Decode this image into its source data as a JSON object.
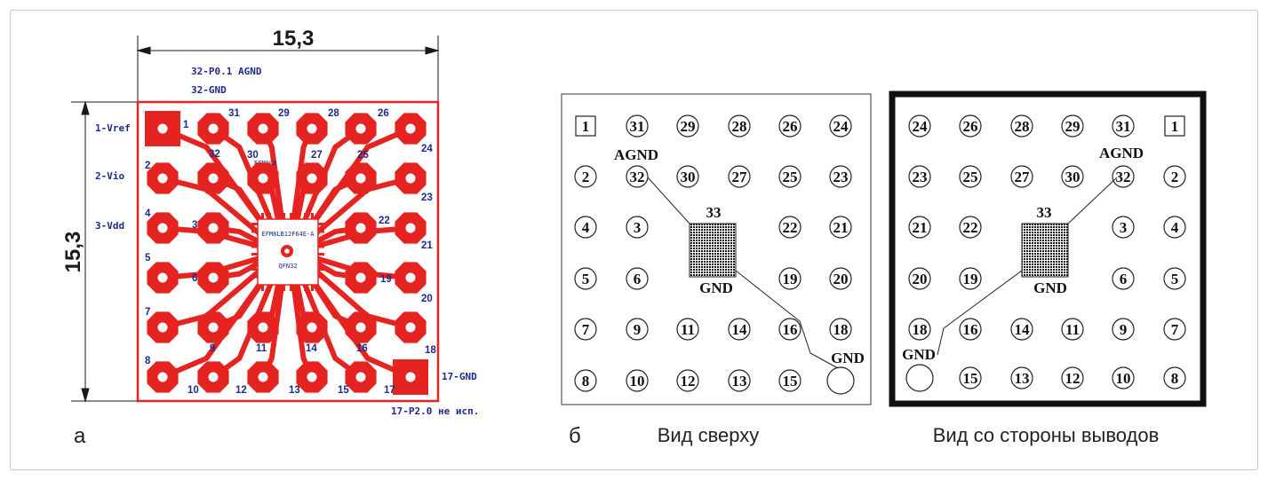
{
  "left_panel": {
    "dim_width": "15,3",
    "dim_height": "15,3",
    "note_top_1": "32-P0.1 AGND",
    "note_top_2": "32-GND",
    "label_vref": "1-Vref",
    "label_vio": "2-Vio",
    "label_vdd": "3-Vdd",
    "label_gnd17": "17-GND",
    "note_bottom": "17-P2.0 не исп.",
    "chip_part": "EFM8LB12F64E-A",
    "chip_package": "QFN32",
    "chip_mark": "EFM8LB",
    "panel_letter": "а",
    "pcb_color": "#e52421",
    "text_color": "#1c2b8c",
    "pad_numbers": [
      "1",
      "31",
      "29",
      "28",
      "26",
      "2",
      "32",
      "30",
      "27",
      "25",
      "24",
      "4",
      "3",
      "22",
      "23",
      "5",
      "21",
      "6",
      "19",
      "20",
      "7",
      "9",
      "11",
      "14",
      "16",
      "8",
      "18",
      "10",
      "12",
      "13",
      "15",
      "17"
    ]
  },
  "middle_panel": {
    "panel_letter": "б",
    "caption": "Вид сверху",
    "pin_rows": [
      [
        "1",
        "31",
        "29",
        "28",
        "26",
        "24"
      ],
      [
        "2",
        "32",
        "30",
        "27",
        "25",
        "23"
      ],
      [
        "4",
        "3",
        "",
        "",
        "22",
        "21"
      ],
      [
        "5",
        "6",
        "",
        "",
        "19",
        "20"
      ],
      [
        "7",
        "9",
        "11",
        "14",
        "16",
        "18"
      ],
      [
        "8",
        "10",
        "12",
        "13",
        "15",
        ""
      ]
    ],
    "label_agnd": "AGND",
    "label_center": "33",
    "label_gnd_center": "GND",
    "label_gnd_corner": "GND"
  },
  "right_panel": {
    "caption": "Вид со стороны выводов",
    "pin_rows": [
      [
        "24",
        "26",
        "28",
        "29",
        "31",
        "1"
      ],
      [
        "23",
        "25",
        "27",
        "30",
        "32",
        "2"
      ],
      [
        "21",
        "22",
        "",
        "",
        "3",
        "4"
      ],
      [
        "20",
        "19",
        "",
        "",
        "6",
        "5"
      ],
      [
        "18",
        "16",
        "14",
        "11",
        "9",
        "7"
      ],
      [
        "",
        "15",
        "13",
        "12",
        "10",
        "8"
      ]
    ],
    "label_agnd": "AGND",
    "label_center": "33",
    "label_gnd_center": "GND",
    "label_gnd_corner": "GND"
  }
}
